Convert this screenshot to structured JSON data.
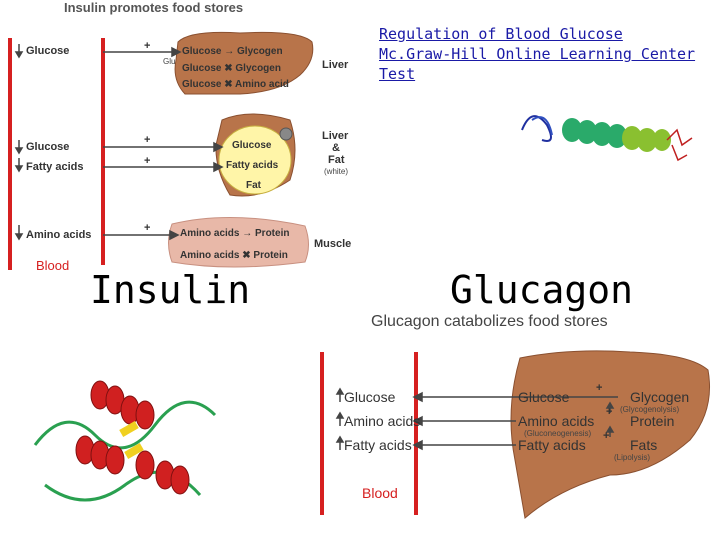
{
  "link": {
    "line1": "Regulation of Blood Glucose",
    "line2": "Mc.Graw-Hill Online Learning Center",
    "line3": "Test"
  },
  "headings": {
    "insulin": "Insulin",
    "glucagon": "Glucagon"
  },
  "insulin_figure": {
    "title": "Insulin promotes food stores",
    "blood_label": "Blood",
    "blood_items": [
      "Glucose",
      "Glucose",
      "Fatty acids",
      "Amino acids"
    ],
    "liver": {
      "label": "Liver",
      "rows": [
        "Glucose → Glycogen",
        "Glucose ✖ Glycogen",
        "Glucose ✖ Amino acid"
      ],
      "stub": "Glu"
    },
    "liver_fat": {
      "label_1": "Liver",
      "label_2": "&",
      "label_3": "Fat",
      "label_4": "(white)",
      "items": [
        "Glucose",
        "Fatty acids",
        "Fat"
      ]
    },
    "muscle": {
      "label": "Muscle",
      "rows": [
        "Amino acids → Protein",
        "Amino acids ✖ Protein"
      ]
    },
    "plus": "+"
  },
  "glucagon_figure": {
    "title": "Glucagon catabolizes food stores",
    "blood_label": "Blood",
    "blood_items": [
      "Glucose",
      "Amino acids",
      "Fatty acids"
    ],
    "liver_items": [
      "Glucose",
      "Amino acids",
      "Fatty acids"
    ],
    "store_items": [
      "Glycogen",
      "Protein",
      "Fats"
    ],
    "process_notes": [
      "(Glycogenolysis)",
      "(Gluconeogenesis)",
      "(Lipolysis)"
    ],
    "plus": "+"
  },
  "colors": {
    "blood_line": "#d62020",
    "liver": "#b8744a",
    "fat_yellow": "#fff5a8",
    "muscle": "#e8b8a8",
    "arrow": "#444444"
  }
}
